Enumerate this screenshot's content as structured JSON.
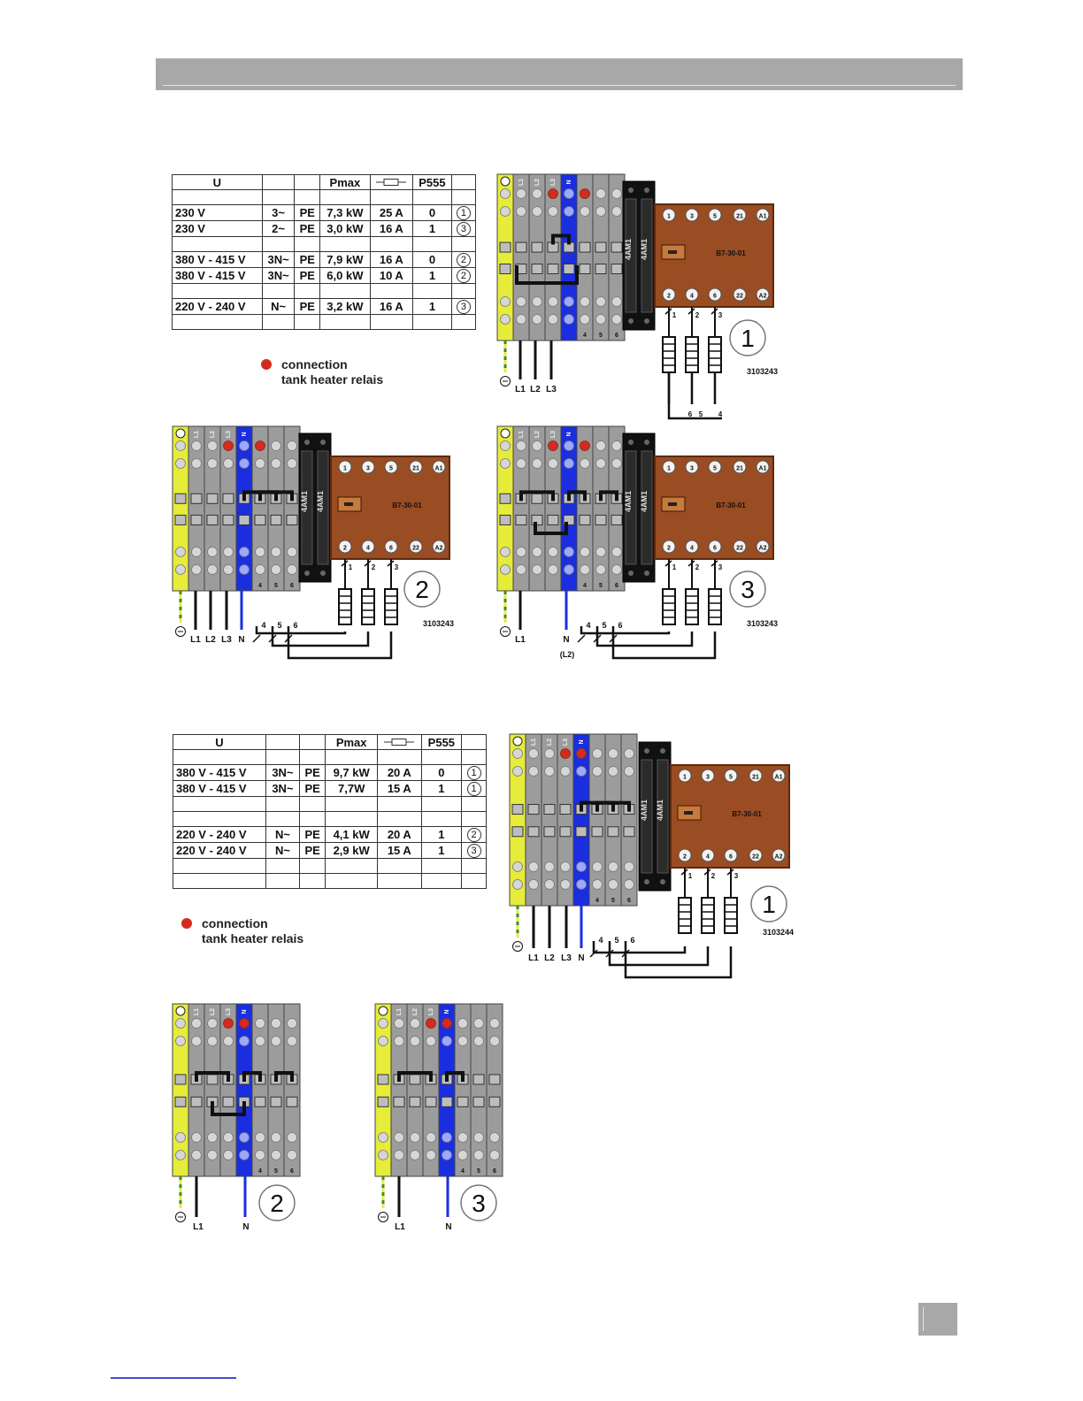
{
  "table1": {
    "headers": [
      "U",
      "",
      "",
      "Pmax",
      "fuse-icon",
      "P555",
      ""
    ],
    "rows": [
      [
        "",
        "",
        "",
        "",
        "",
        "",
        ""
      ],
      [
        "230 V",
        "3~",
        "PE",
        "7,3 kW",
        "25 A",
        "0",
        "1"
      ],
      [
        "230 V",
        "2~",
        "PE",
        "3,0 kW",
        "16 A",
        "1",
        "3"
      ],
      [
        "",
        "",
        "",
        "",
        "",
        "",
        ""
      ],
      [
        "380 V - 415 V",
        "3N~",
        "PE",
        "7,9 kW",
        "16 A",
        "0",
        "2"
      ],
      [
        "380 V - 415 V",
        "3N~",
        "PE",
        "6,0 kW",
        "10 A",
        "1",
        "2"
      ],
      [
        "",
        "",
        "",
        "",
        "",
        "",
        ""
      ],
      [
        "220 V - 240 V",
        "N~",
        "PE",
        "3,2 kW",
        "16 A",
        "1",
        "3"
      ],
      [
        "",
        "",
        "",
        "",
        "",
        "",
        ""
      ]
    ]
  },
  "table2": {
    "headers": [
      "U",
      "",
      "",
      "Pmax",
      "fuse-icon",
      "P555",
      ""
    ],
    "rows": [
      [
        "",
        "",
        "",
        "",
        "",
        "",
        ""
      ],
      [
        "380 V - 415 V",
        "3N~",
        "PE",
        "9,7 kW",
        "20 A",
        "0",
        "1"
      ],
      [
        "380 V - 415 V",
        "3N~",
        "PE",
        "7,7W",
        "15 A",
        "1",
        "1"
      ],
      [
        "",
        "",
        "",
        "",
        "",
        "",
        ""
      ],
      [
        "",
        "",
        "",
        "",
        "",
        "",
        ""
      ],
      [
        "220 V - 240 V",
        "N~",
        "PE",
        "4,1 kW",
        "20 A",
        "1",
        "2"
      ],
      [
        "220 V - 240 V",
        "N~",
        "PE",
        "2,9 kW",
        "15 A",
        "1",
        "3"
      ],
      [
        "",
        "",
        "",
        "",
        "",
        "",
        ""
      ],
      [
        "",
        "",
        "",
        "",
        "",
        "",
        ""
      ]
    ]
  },
  "legend": {
    "line1": "connection",
    "line2": "tank heater relais"
  },
  "terminal_header": [
    "L1",
    "L2",
    "L3",
    "N",
    "",
    "",
    ""
  ],
  "terminal_bottom": [
    "4",
    "5",
    "6"
  ],
  "relay": {
    "model": "B7-30-01",
    "top_terminals": [
      "1",
      "3",
      "5",
      "21",
      "A1"
    ],
    "bottom_terminals": [
      "2",
      "4",
      "6",
      "22",
      "A2"
    ],
    "fuse_label": "4AM1"
  },
  "element_numbers": [
    "1",
    "2",
    "3"
  ],
  "coil_numbers": [
    "4",
    "5",
    "6"
  ],
  "part_numbers": {
    "a": "3103243",
    "b": "3103244"
  },
  "wire_labels": {
    "l1": "L1",
    "l2": "L2",
    "l3": "L3",
    "n": "N",
    "n_l2": "(L2)"
  },
  "variant_numbers": {
    "d1": "1",
    "d2": "2",
    "d3": "3",
    "d4": "1",
    "d5": "2",
    "d6": "3"
  },
  "colors": {
    "header": "#a8a8a8",
    "pe": "#e6ec3a",
    "neutral": "#1a2ee0",
    "terminal": "#9c9c9c",
    "relay": "#9a4c22",
    "dot": "#d32b1e"
  }
}
